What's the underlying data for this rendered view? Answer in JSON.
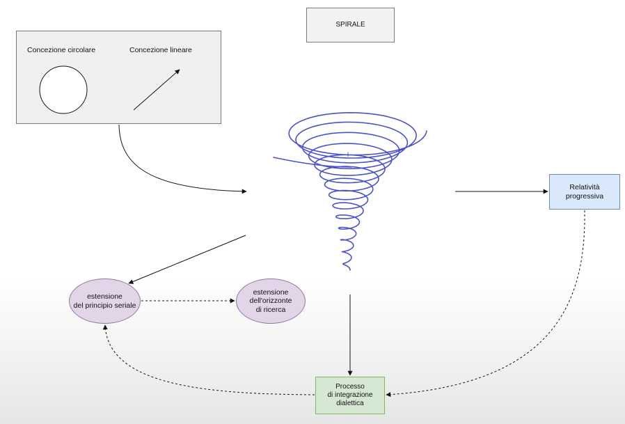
{
  "title": "SPIRALE",
  "concepts": {
    "circular_label": "Concezione circolare",
    "linear_label": "Concezione lineare"
  },
  "spiral_cursor": "I",
  "nodes": {
    "relativity": "Relatività\nprogressiva",
    "serial_extension": "estensione\ndel principio seriale",
    "research_horizon": "estensione\ndell'orizzonte\ndi ricerca",
    "dialectic_process": "Processo\ndi integrazione\ndialettica"
  },
  "colors": {
    "spiral": "#4a52c9",
    "relativity_fill": "#dae8fc",
    "process_fill": "#d5e8d4",
    "ellipse_fill": "#e1d5e7"
  }
}
